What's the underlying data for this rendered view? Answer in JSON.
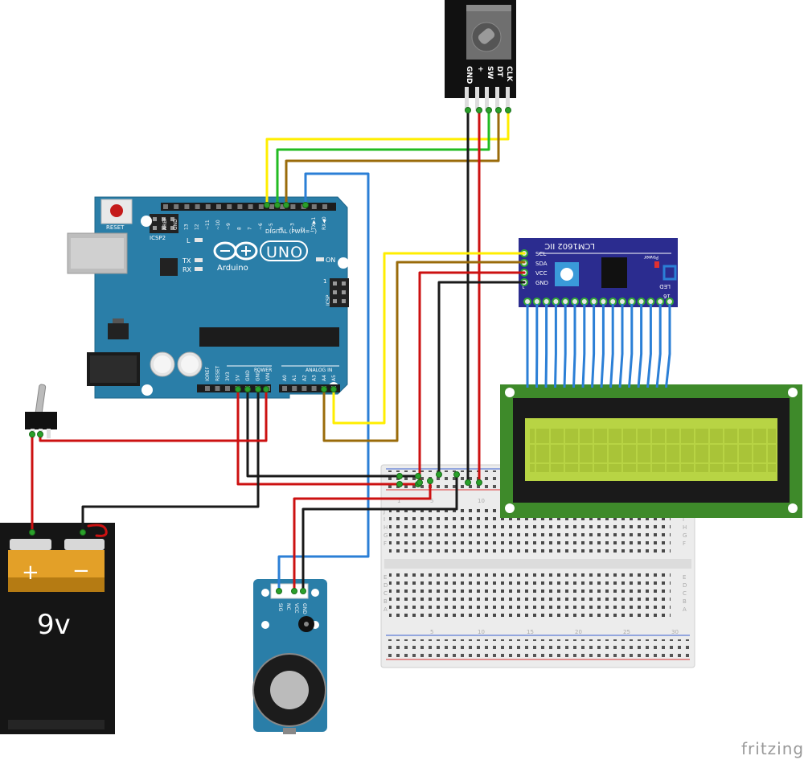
{
  "arduino": {
    "reset_label": "RESET",
    "icsp2_label": "ICSP2",
    "led_l": "L",
    "led_tx": "TX",
    "led_rx": "RX",
    "led_on": "ON",
    "brand": "Arduino",
    "model": "UNO",
    "digital_label": "DIGITAL (PWM=~)",
    "digital_pins": [
      "AREF",
      "GND",
      "13",
      "12",
      "~11",
      "~10",
      "~9",
      "8",
      "7",
      "~6",
      "~5",
      "4",
      "~3",
      "2",
      "TX▶1",
      "RX◀0"
    ],
    "icsp_label": "ICSP",
    "icsp_pin1": "1",
    "power_label": "POWER",
    "power_pins": [
      "IOREF",
      "RESET",
      "3V3",
      "5V",
      "GND",
      "GND",
      "VIN"
    ],
    "analog_label": "ANALOG IN",
    "analog_pins": [
      "A0",
      "A1",
      "A2",
      "A3",
      "A4",
      "A5"
    ]
  },
  "encoder": {
    "pins": [
      "CLK",
      "DT",
      "SW",
      "+",
      "GND"
    ]
  },
  "i2c_module": {
    "title": "LCM1602 IIC",
    "pins": [
      "SCL",
      "SDA",
      "VCC",
      "GND"
    ],
    "power_label": "Power",
    "led_label": "LED",
    "pin1": "1",
    "pin16": "16"
  },
  "sensor": {
    "pins": [
      "SIG",
      "NC",
      "VCC",
      "GND"
    ]
  },
  "battery": {
    "plus": "+",
    "minus": "−",
    "voltage": "9v"
  },
  "breadboard": {
    "col_numbers": [
      "1",
      "5",
      "10",
      "15",
      "20",
      "25",
      "30"
    ],
    "row_letters_top": [
      "J",
      "I",
      "H",
      "G",
      "F"
    ],
    "row_letters_bottom": [
      "E",
      "D",
      "C",
      "B",
      "A"
    ]
  },
  "watermark": "fritzing",
  "colors": {
    "arduino": "#2a7ea8",
    "wire_red": "#cc1111",
    "wire_black": "#1a1a1a",
    "wire_yellow": "#ffee00",
    "wire_green": "#22bb22",
    "wire_brown": "#9a6b0a",
    "wire_blue": "#2b7fd6",
    "lcd_screen": "#b8d444",
    "lcd_pcb": "#3e8a2a",
    "i2c_pcb": "#2b2c8f"
  }
}
